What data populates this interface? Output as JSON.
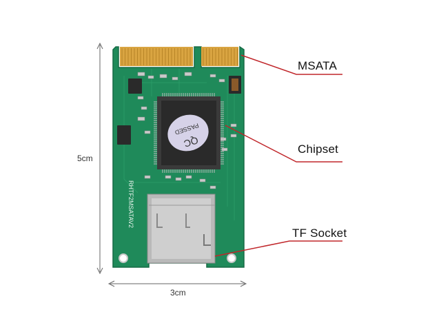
{
  "dimensions": {
    "height_label": "5cm",
    "width_label": "3cm"
  },
  "callouts": {
    "msata": "MSATA",
    "chipset": "Chipset",
    "tf_socket": "TF Socket"
  },
  "board": {
    "chip_stamp_line1": "QC",
    "chip_stamp_line2": "PASSED",
    "silkscreen_model": "RHTF2MSATAV2"
  },
  "colors": {
    "pcb": "#1f8a5a",
    "callout_line": "#c0262a",
    "gold_contacts": "#d9a441"
  }
}
